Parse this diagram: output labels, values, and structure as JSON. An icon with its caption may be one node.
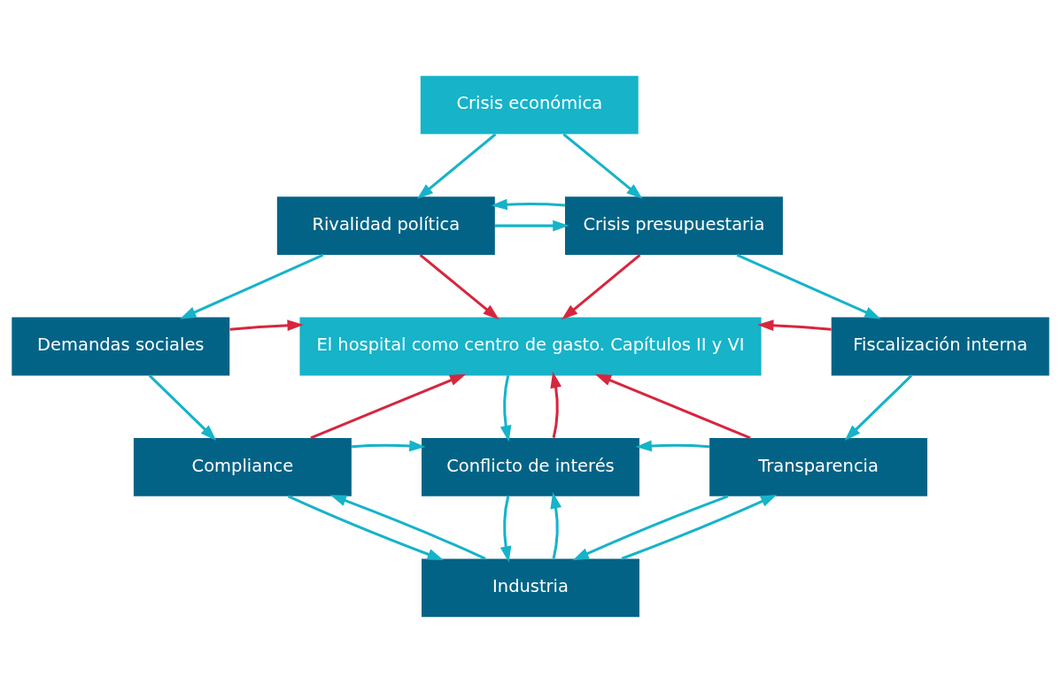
{
  "diagram": {
    "nodes": [
      {
        "text": [
          "Crisis económica"
        ]
      },
      {
        "text": [
          "Rivalidad política"
        ]
      },
      {
        "text": [
          "Crisis presupuestaria"
        ]
      },
      {
        "text": [
          "El hospital como centro de gasto. Capítulos II y VI"
        ]
      },
      {
        "text": [
          "Demandas sociales"
        ]
      },
      {
        "text": [
          "Fiscalización interna"
        ]
      },
      {
        "text": [
          "Compliance"
        ]
      },
      {
        "text": [
          "Conflicto de interés"
        ]
      },
      {
        "text": [
          "Transparencia"
        ]
      },
      {
        "text": [
          "Industria"
        ]
      }
    ],
    "edges": [
      {
        "from": 0,
        "to": 1,
        "arrow": "to"
      },
      {
        "from": 0,
        "to": 2,
        "arrow": "to"
      },
      {
        "from": 1,
        "to": 2,
        "arrow": "to"
      },
      {
        "from": 2,
        "to": 1,
        "arrow": "to"
      },
      {
        "from": 1,
        "to": 4,
        "arrow": "to"
      },
      {
        "from": 2,
        "to": 5,
        "arrow": "to"
      },
      {
        "from": 1,
        "to": 3,
        "arrow": "to",
        "color": "#d7263d"
      },
      {
        "from": 2,
        "to": 3,
        "arrow": "to",
        "color": "#d7263d"
      },
      {
        "from": 4,
        "to": 3,
        "arrow": "to",
        "color": "#d7263d"
      },
      {
        "from": 5,
        "to": 3,
        "arrow": "to",
        "color": "#d7263d"
      },
      {
        "from": 6,
        "to": 3,
        "arrow": "to",
        "color": "#d7263d"
      },
      {
        "from": 8,
        "to": 3,
        "arrow": "to",
        "color": "#d7263d"
      },
      {
        "from": 4,
        "to": 6,
        "arrow": "to"
      },
      {
        "from": 5,
        "to": 8,
        "arrow": "to"
      },
      {
        "from": 3,
        "to": 7,
        "arrow": "to"
      },
      {
        "from": 7,
        "to": 3,
        "arrow": "to",
        "color": "#d7263d"
      },
      {
        "from": 6,
        "to": 7,
        "arrow": "to"
      },
      {
        "from": 8,
        "to": 7,
        "arrow": "to"
      },
      {
        "from": 7,
        "to": 9,
        "arrow": "to"
      },
      {
        "from": 9,
        "to": 7,
        "arrow": "to"
      },
      {
        "from": 6,
        "to": 9,
        "arrow": "to"
      },
      {
        "from": 9,
        "to": 6,
        "arrow": "to"
      },
      {
        "from": 8,
        "to": 9,
        "arrow": "to"
      },
      {
        "from": 9,
        "to": 8,
        "arrow": "to"
      }
    ]
  }
}
